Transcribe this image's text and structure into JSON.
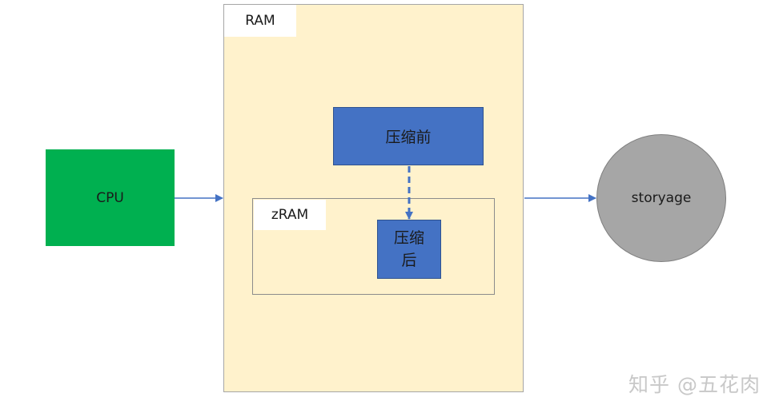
{
  "nodes": {
    "cpu": "CPU",
    "ram": "RAM",
    "zram": "zRAM",
    "before_compression": "压缩前",
    "after_compression": "压缩后",
    "storage": "storyage"
  },
  "watermark": "知乎 @五花肉",
  "colors": {
    "cpu": "#00b050",
    "ram": "#fff2cc",
    "block": "#4472c4",
    "storage": "#a6a6a6",
    "arrow": "#4472c4"
  }
}
